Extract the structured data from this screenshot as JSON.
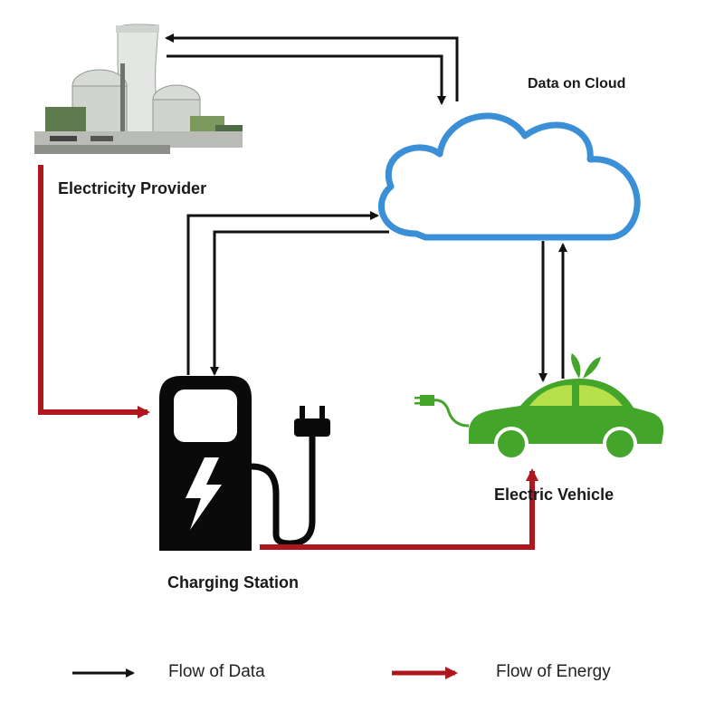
{
  "nodes": {
    "provider_label": "Electricity Provider",
    "cloud_label": "Data on Cloud",
    "station_label": "Charging Station",
    "vehicle_label": "Electric Vehicle"
  },
  "legend": {
    "data_label": "Flow of Data",
    "energy_label": "Flow of Energy"
  },
  "colors": {
    "data_arrow": "#111111",
    "energy_arrow": "#b0161e",
    "cloud_outline": "#3a8fd6",
    "vehicle": "#43a62a",
    "vehicle_window": "#b7e04a",
    "station": "#0a0a0a"
  },
  "icons": [
    "power-plant-icon",
    "cloud-icon",
    "charging-station-icon",
    "lightning-bolt-icon",
    "plug-icon",
    "electric-car-icon",
    "leaf-icon"
  ]
}
